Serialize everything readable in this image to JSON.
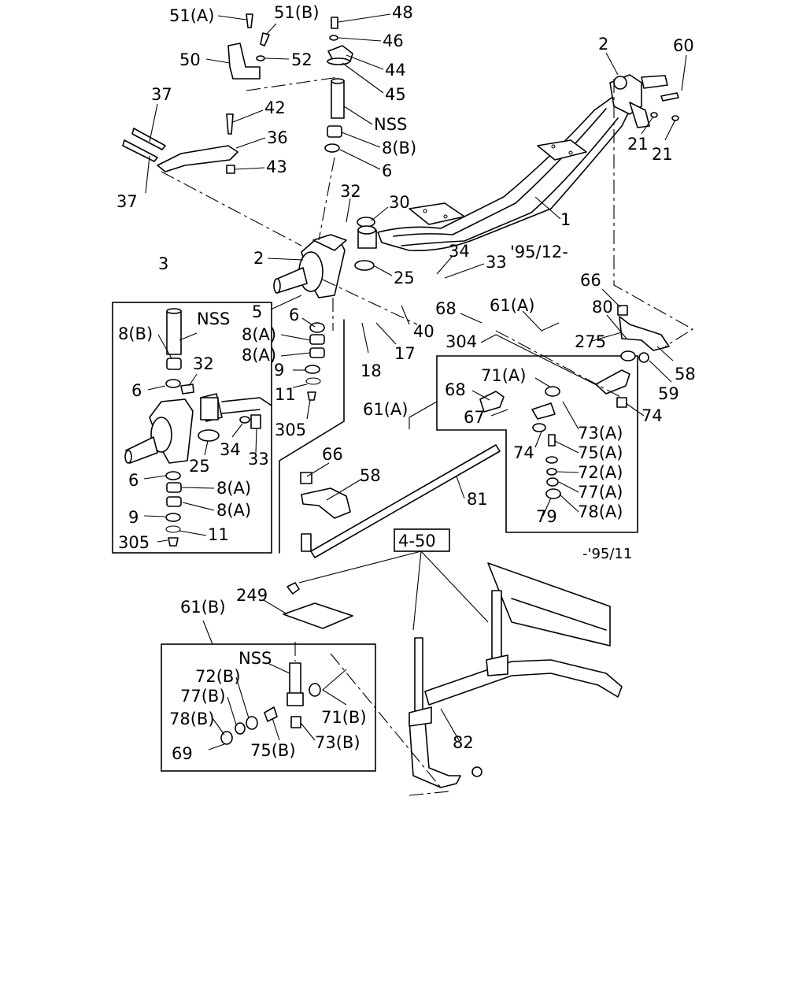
{
  "callouts": {
    "c_51a": "51(A)",
    "c_51b": "51(B)",
    "c_48": "48",
    "c_46": "46",
    "c_50": "50",
    "c_52": "52",
    "c_44": "44",
    "c_45": "45",
    "c_2_top": "2",
    "c_60": "60",
    "c_37_top": "37",
    "c_42": "42",
    "c_nss_top": "NSS",
    "c_36": "36",
    "c_8b_top": "8(B)",
    "c_6_top": "6",
    "c_43": "43",
    "c_21a": "21",
    "c_21b": "21",
    "c_37_bot": "37",
    "c_32_top": "32",
    "c_30": "30",
    "c_1": "1",
    "c_2_mid": "2",
    "c_34_top": "34",
    "c_33_top": "33",
    "c_date_new": "'95/12-",
    "c_25_top": "25",
    "c_3": "3",
    "c_66_right": "66",
    "c_5": "5",
    "c_40": "40",
    "c_68_top": "68",
    "c_61a_top": "61(A)",
    "c_80": "80",
    "c_nss_box": "NSS",
    "c_6_mid": "6",
    "c_304": "304",
    "c_275": "275",
    "c_8b_box": "8(B)",
    "c_8a_1": "8(A)",
    "c_8a_2": "8(A)",
    "c_17": "17",
    "c_18": "18",
    "c_58_right": "58",
    "c_32_box": "32",
    "c_9_mid": "9",
    "c_71a": "71(A)",
    "c_59": "59",
    "c_6_box": "6",
    "c_11_mid": "11",
    "c_68_mid": "68",
    "c_61a_mid": "61(A)",
    "c_67": "67",
    "c_74_right": "74",
    "c_305_mid": "305",
    "c_73a": "73(A)",
    "c_34_box": "34",
    "c_33_box": "33",
    "c_74_mid": "74",
    "c_75a": "75(A)",
    "c_25_box": "25",
    "c_66_mid": "66",
    "c_72a": "72(A)",
    "c_58_mid": "58",
    "c_77a": "77(A)",
    "c_6_box2": "6",
    "c_8a_box1": "8(A)",
    "c_81": "81",
    "c_78a": "78(A)",
    "c_9_box": "9",
    "c_8a_box2": "8(A)",
    "c_79": "79",
    "c_305_box": "305",
    "c_11_box": "11",
    "c_ref": "4-50",
    "c_date_old": "-'95/11",
    "c_249": "249",
    "c_61b": "61(B)",
    "c_nss_bot": "NSS",
    "c_72b": "72(B)",
    "c_77b": "77(B)",
    "c_78b": "78(B)",
    "c_71b": "71(B)",
    "c_69": "69",
    "c_75b": "75(B)",
    "c_73b": "73(B)",
    "c_82": "82"
  }
}
